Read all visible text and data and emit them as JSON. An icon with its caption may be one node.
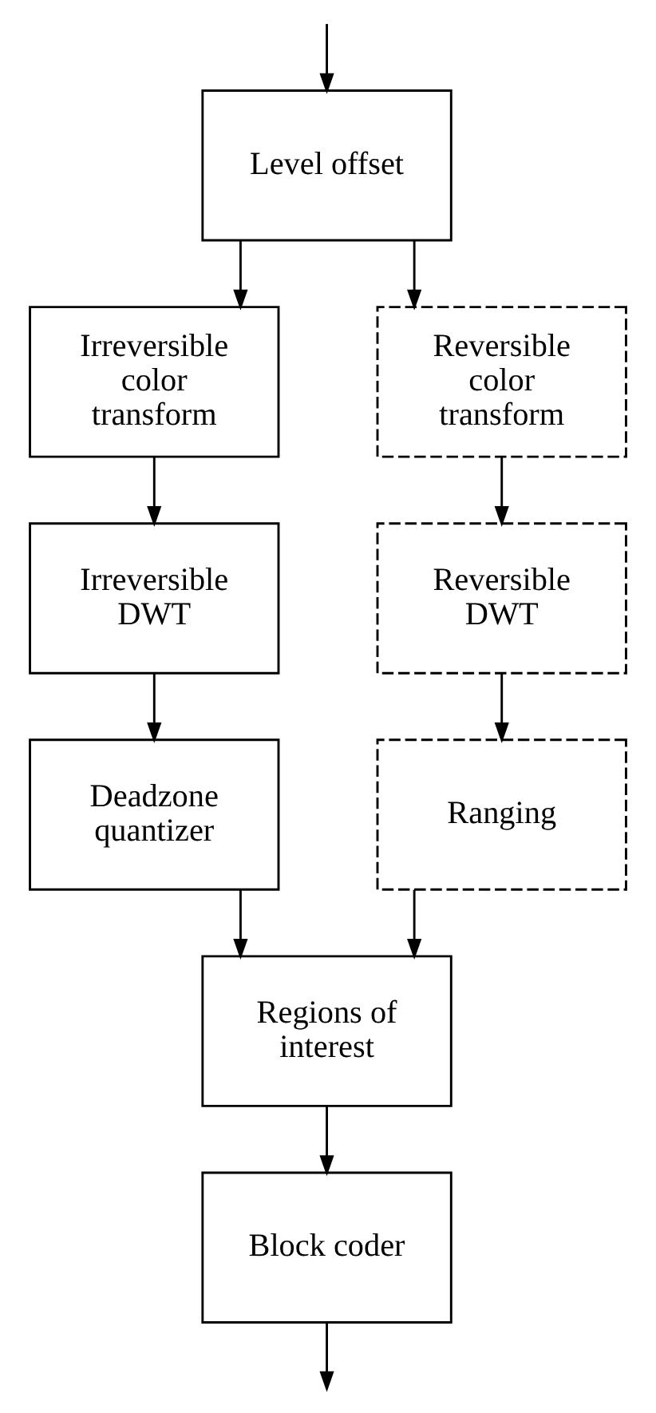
{
  "diagram": {
    "nodes": [
      {
        "text": [
          "Level offset"
        ]
      },
      {
        "text": [
          "Irreversible color transform"
        ]
      },
      {
        "text": [
          "Reversible color transform"
        ]
      },
      {
        "text": [
          "Irreversible DWT"
        ]
      },
      {
        "text": [
          "Reversible DWT"
        ]
      },
      {
        "text": [
          "Deadzone quantizer"
        ]
      },
      {
        "text": [
          "Ranging"
        ]
      },
      {
        "text": [
          "Regions of interest"
        ]
      },
      {
        "text": [
          "Block coder"
        ]
      }
    ],
    "edges": [
      {
        "from": null,
        "to": 0,
        "arrow": "to"
      },
      {
        "from": 0,
        "to": 1,
        "arrow": "to"
      },
      {
        "from": 0,
        "to": 2,
        "arrow": "to"
      },
      {
        "from": 1,
        "to": 3,
        "arrow": "to"
      },
      {
        "from": 2,
        "to": 4,
        "arrow": "to"
      },
      {
        "from": 3,
        "to": 5,
        "arrow": "to"
      },
      {
        "from": 4,
        "to": 6,
        "arrow": "to"
      },
      {
        "from": 5,
        "to": 7,
        "arrow": "to"
      },
      {
        "from": 6,
        "to": 7,
        "arrow": "to"
      },
      {
        "from": 7,
        "to": 8,
        "arrow": "to"
      },
      {
        "from": 8,
        "to": null,
        "arrow": "to"
      }
    ]
  }
}
